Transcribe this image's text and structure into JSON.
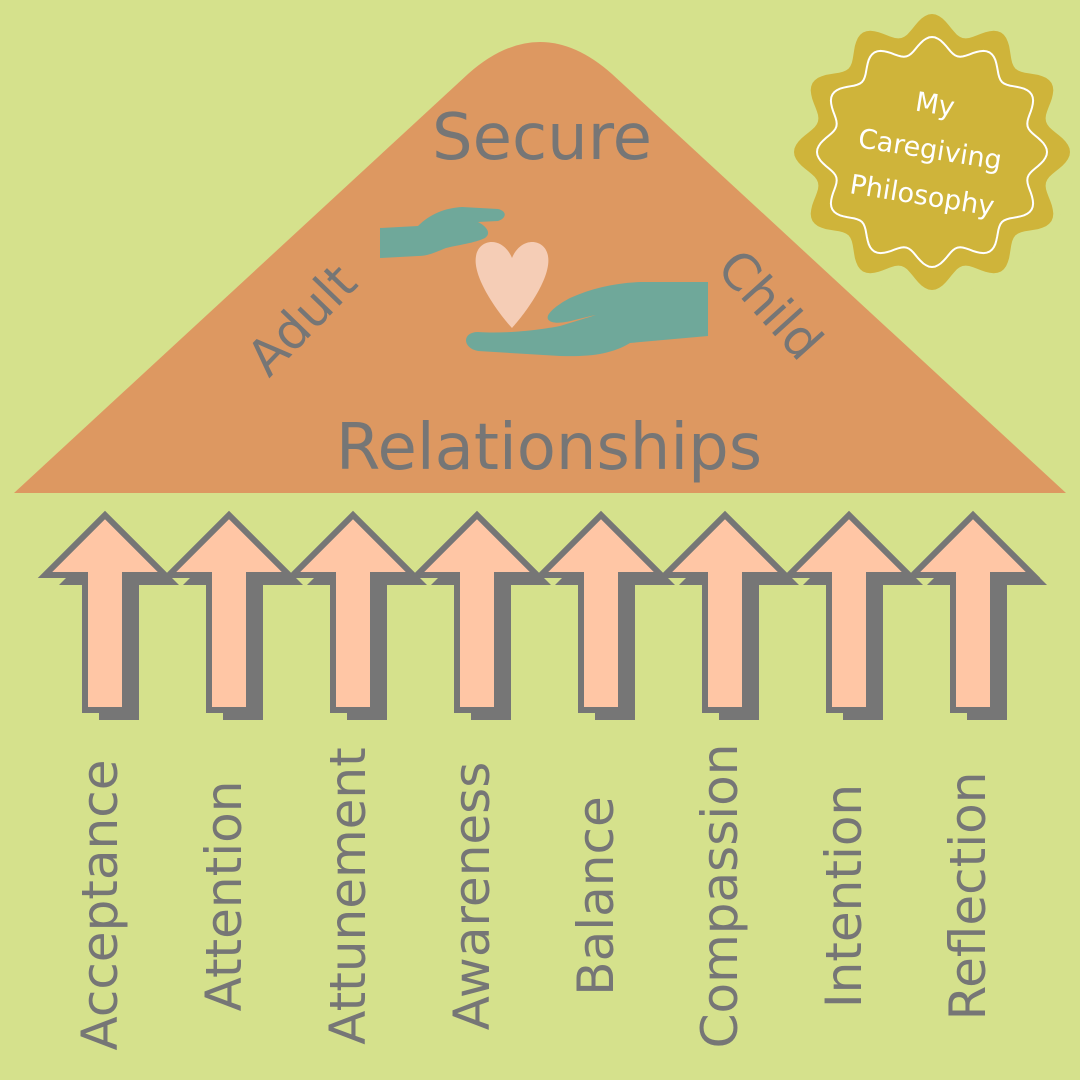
{
  "roof": {
    "top_word": "Secure",
    "left_word": "Adult",
    "right_word": "Child",
    "bottom_word": "Relationships",
    "icon": "hands-holding-heart-icon"
  },
  "badge": {
    "lines": [
      "My",
      "Caregiving",
      "Philosophy"
    ]
  },
  "pillars": [
    {
      "label": "Acceptance"
    },
    {
      "label": "Attention"
    },
    {
      "label": "Attunement"
    },
    {
      "label": "Awareness"
    },
    {
      "label": "Balance"
    },
    {
      "label": "Compassion"
    },
    {
      "label": "Intention"
    },
    {
      "label": "Reflection"
    }
  ],
  "colors": {
    "background": "#d5e18c",
    "roof": "#dd9861",
    "text": "#767676",
    "hands": "#6fa89a",
    "heart": "#f5cdb6",
    "arrow_fill": "#ffc6a5",
    "arrow_shadow": "#767676",
    "badge": "#cfb43a"
  }
}
